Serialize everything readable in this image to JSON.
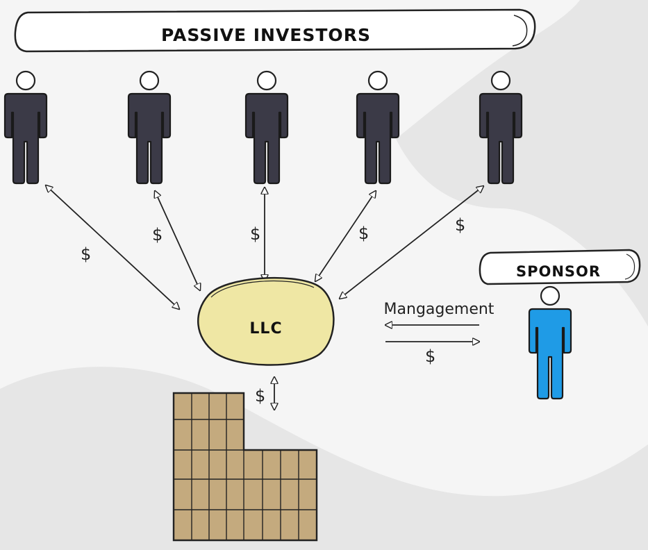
{
  "diagram": {
    "title": "PASSIVE INVESTORS",
    "center_label": "LLC",
    "sponsor_label": "SPONSOR",
    "management_label": "Mangagement",
    "money_symbol": "$",
    "investor_count": 5,
    "colors": {
      "investor": "#3b3a47",
      "sponsor": "#1f9be6",
      "llc_fill": "#efe7a4",
      "building": "#c4aa7e",
      "background": "#f5f5f5",
      "shade": "#e6e6e6",
      "ink": "#222222"
    },
    "icons": {
      "investor": "person-icon",
      "sponsor": "person-icon",
      "property": "building-icon"
    }
  }
}
